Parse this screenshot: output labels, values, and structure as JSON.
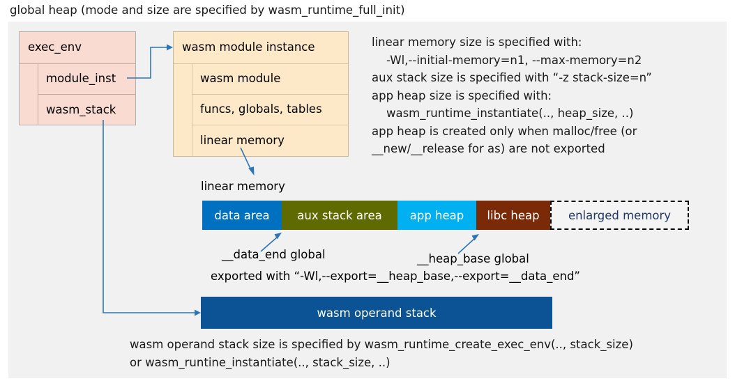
{
  "title": "global heap (mode and size are specified by wasm_runtime_full_init)",
  "colors": {
    "panel_background": "#f1f1f1",
    "exec_env_fill": "#fadbd2",
    "module_instance_fill": "#fde9c8",
    "data_area": "#0070c0",
    "aux_stack_area": "#5f6b00",
    "app_heap": "#00b0f0",
    "libc_heap": "#7b2a08",
    "enlarged_memory_text": "#203864",
    "operand_stack": "#0b5394",
    "connector": "#2e75b6"
  },
  "exec_env": {
    "title": "exec_env",
    "fields": [
      {
        "label": "module_inst"
      },
      {
        "label": "wasm_stack"
      }
    ]
  },
  "module_instance": {
    "title": "wasm module instance",
    "fields": [
      {
        "label": "wasm module"
      },
      {
        "label": "funcs, globals, tables"
      },
      {
        "label": "linear memory"
      }
    ]
  },
  "runtime_notes": "linear memory size is specified with:\n    -Wl,--initial-memory=n1, --max-memory=n2\naux stack size is specified with “-z stack-size=n”\napp heap size is specified with:\n    wasm_runtime_instantiate(.., heap_size, ..)\napp heap is created only when malloc/free (or\n__new/__release for as) are not exported",
  "linear_memory": {
    "caption": "linear memory",
    "segments": [
      {
        "label": "data area",
        "color": "#0070c0",
        "width": 114,
        "style": "solid"
      },
      {
        "label": "aux stack area",
        "color": "#5f6b00",
        "width": 166,
        "style": "solid"
      },
      {
        "label": "app heap",
        "color": "#00b0f0",
        "width": 113,
        "style": "solid"
      },
      {
        "label": "libc heap",
        "color": "#7b2a08",
        "width": 106,
        "style": "solid"
      },
      {
        "label": "enlarged memory",
        "color": "#f4f4f4",
        "width": 199,
        "style": "dashed"
      }
    ]
  },
  "annotations": {
    "data_end": "__data_end global",
    "heap_base": "__heap_base global",
    "export_command": "exported with “-Wl,--export=__heap_base,--export=__data_end”"
  },
  "operand_stack": {
    "label": "wasm operand stack",
    "notes": "wasm operand stack size is specified by wasm_runtime_create_exec_env(.., stack_size)\nor wasm_runtine_instantiate(.., stack_size, ..)"
  }
}
